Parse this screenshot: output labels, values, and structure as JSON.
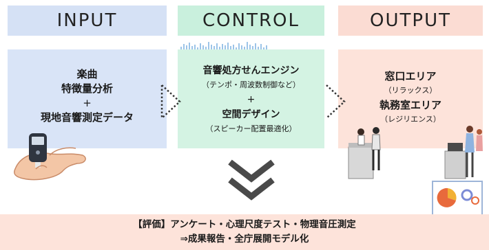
{
  "columns": {
    "input": {
      "header": "INPUT",
      "lines": [
        "楽曲",
        "特徴量分析",
        "+",
        "現地音響測定データ"
      ]
    },
    "control": {
      "header": "CONTROL",
      "main1": "音響処方せんエンジン",
      "sub1": "（テンポ・周波数制御など）",
      "plus": "+",
      "main2": "空間デザイン",
      "sub2": "（スピーカー配置最適化）"
    },
    "output": {
      "header": "OUTPUT",
      "main1": "窓口エリア",
      "sub1": "（リラックス）",
      "main2": "執務室エリア",
      "sub2": "（レジリエンス）"
    }
  },
  "footer": {
    "line1": "【評価】アンケート・心理尺度テスト・物理音圧測定",
    "line2": "⇒成果報告・全庁展開モデル化"
  },
  "colors": {
    "input_header": "#d5e1f5",
    "control_header": "#c9f0dd",
    "output_header": "#fbdcd3",
    "footer": "#fde3da",
    "chevron": "#4a4a4a"
  },
  "icons": [
    "glucose-meter-hand-illustration",
    "waveform-icon",
    "dotted-arrow-icon",
    "double-chevron-down-icon",
    "office-counter-illustration",
    "presentation-chart-illustration"
  ]
}
